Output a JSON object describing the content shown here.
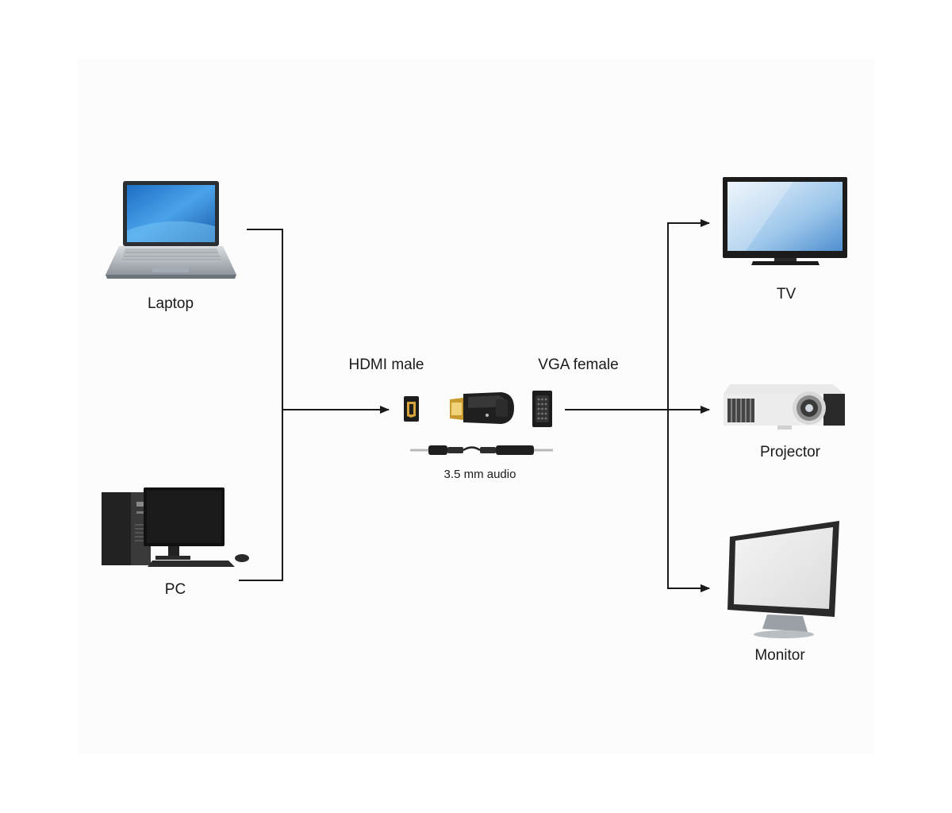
{
  "sources": {
    "laptop_label": "Laptop",
    "pc_label": "PC"
  },
  "adapter": {
    "hdmi_label": "HDMI male",
    "vga_label": "VGA female",
    "audio_label": "3.5 mm audio"
  },
  "outputs": {
    "tv_label": "TV",
    "projector_label": "Projector",
    "monitor_label": "Monitor"
  },
  "icons": [
    "laptop-icon",
    "pc-icon",
    "hdmi-port-icon",
    "adapter-icon",
    "vga-port-icon",
    "audio-cable-icon",
    "tv-icon",
    "projector-icon",
    "monitor-icon"
  ],
  "colors": {
    "line": "#1a1a1a",
    "screen_blue": "#3f8ed8",
    "background": "#fcfcfc"
  }
}
